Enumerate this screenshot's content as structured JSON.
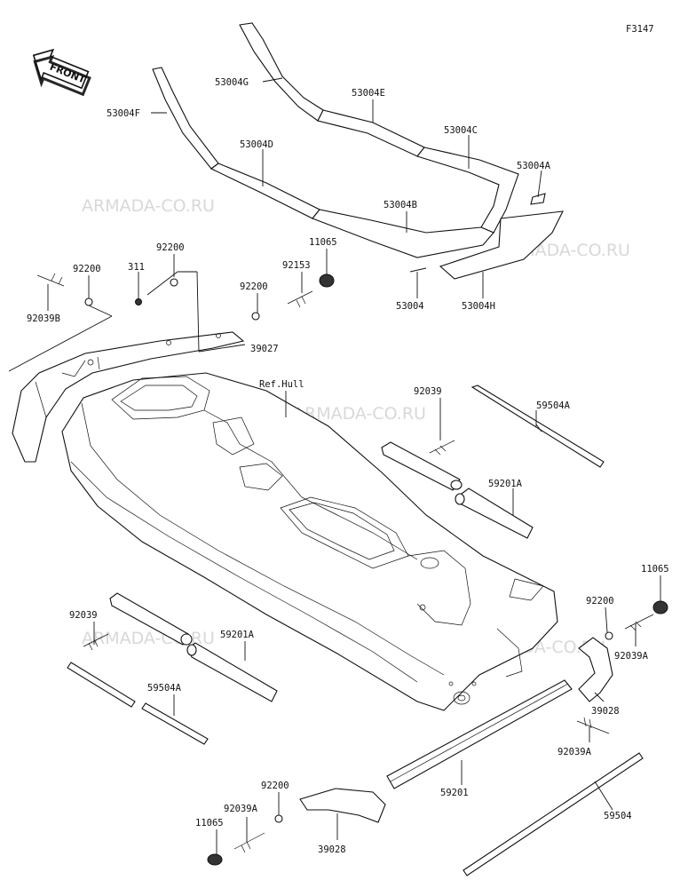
{
  "figure_code": "F3147",
  "front_badge": "FRONT",
  "watermark": "ARMADA-CO.RU",
  "labels": {
    "l_53004G": "53004G",
    "l_53004E": "53004E",
    "l_53004F": "53004F",
    "l_53004C": "53004C",
    "l_53004D": "53004D",
    "l_53004A": "53004A",
    "l_53004B": "53004B",
    "l_53004": "53004",
    "l_53004H": "53004H",
    "l_11065_top": "11065",
    "l_92153": "92153",
    "l_92200_a": "92200",
    "l_92200_b": "92200",
    "l_311": "311",
    "l_92200_c": "92200",
    "l_92039B": "92039B",
    "l_39027": "39027",
    "l_refhull": "Ref.Hull",
    "l_92039_r": "92039",
    "l_59504A_r": "59504A",
    "l_59201A_r": "59201A",
    "l_11065_r": "11065",
    "l_92200_r": "92200",
    "l_92039A_r": "92039A",
    "l_39028_r": "39028",
    "l_92039A_r2": "92039A",
    "l_92039_l": "92039",
    "l_59201A_l": "59201A",
    "l_59504A_l": "59504A",
    "l_59201": "59201",
    "l_59504": "59504",
    "l_92200_bot": "92200",
    "l_92039A_bot": "92039A",
    "l_11065_bot": "11065",
    "l_39028_bot": "39028"
  }
}
